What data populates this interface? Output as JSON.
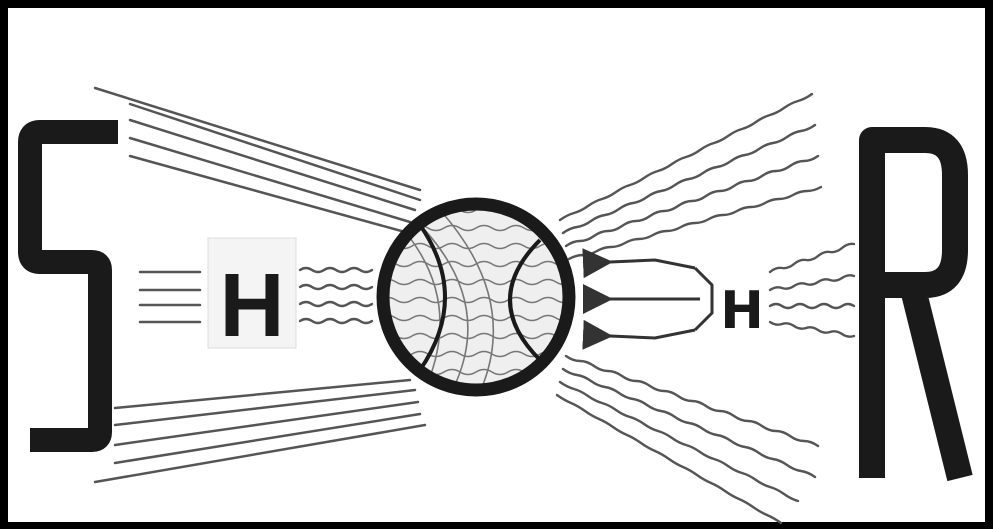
{
  "diagram": {
    "left_letter": "S",
    "right_letter": "R",
    "left_inner_letter": "H",
    "right_inner_letter": "H"
  },
  "colors": {
    "ink": "#1a1a1a",
    "lines": "#555555",
    "background": "#ffffff"
  }
}
